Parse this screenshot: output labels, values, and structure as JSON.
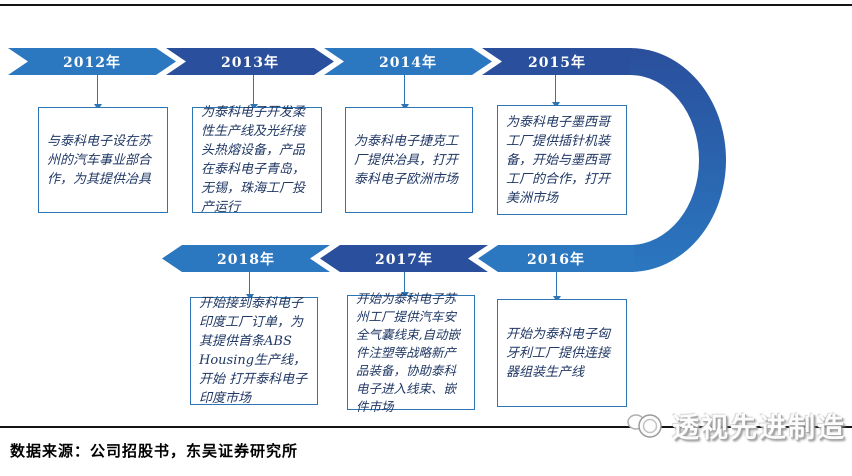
{
  "colors": {
    "light_blue": "#2b77c0",
    "dark_blue": "#2a4f9c",
    "box_border": "#2e75b6",
    "connector": "#2e75b6",
    "box_text": "#203864",
    "line_black": "#151515"
  },
  "timeline": {
    "top_items": [
      {
        "year": "2012年",
        "desc": "与泰科电子设在苏州的汽车事业部合作，为其提供冶具"
      },
      {
        "year": "2013年",
        "desc": "为泰科电子开发柔性生产线及光纤接头热熔设备，产品在泰科电子青岛，无锡，珠海工厂投产运行"
      },
      {
        "year": "2014年",
        "desc": "为泰科电子捷克工厂提供冶具，打开泰科电子欧洲市场"
      },
      {
        "year": "2015年",
        "desc": "为泰科电子墨西哥工厂提供插针机装备，开始与墨西哥工厂的合作，打开美洲市场"
      }
    ],
    "bottom_items": [
      {
        "year": "2018年",
        "desc": "开始接到泰科电子印度工厂订单，为其提供首条ABS Housing生产线，开始 打开泰科电子印度市场"
      },
      {
        "year": "2017年",
        "desc": "开始为泰科电子苏州工厂提供汽车安全气囊线束,自动嵌件注塑等战略新产 品装备，协助泰科电子进入线束、嵌件市场"
      },
      {
        "year": "2016年",
        "desc": "开始为泰科电子匈牙利工厂提供连接器组装生产线"
      }
    ]
  },
  "footer": {
    "source": "数据来源：公司招股书，东吴证券研究所"
  },
  "watermark": {
    "text": "透视先进制造"
  }
}
